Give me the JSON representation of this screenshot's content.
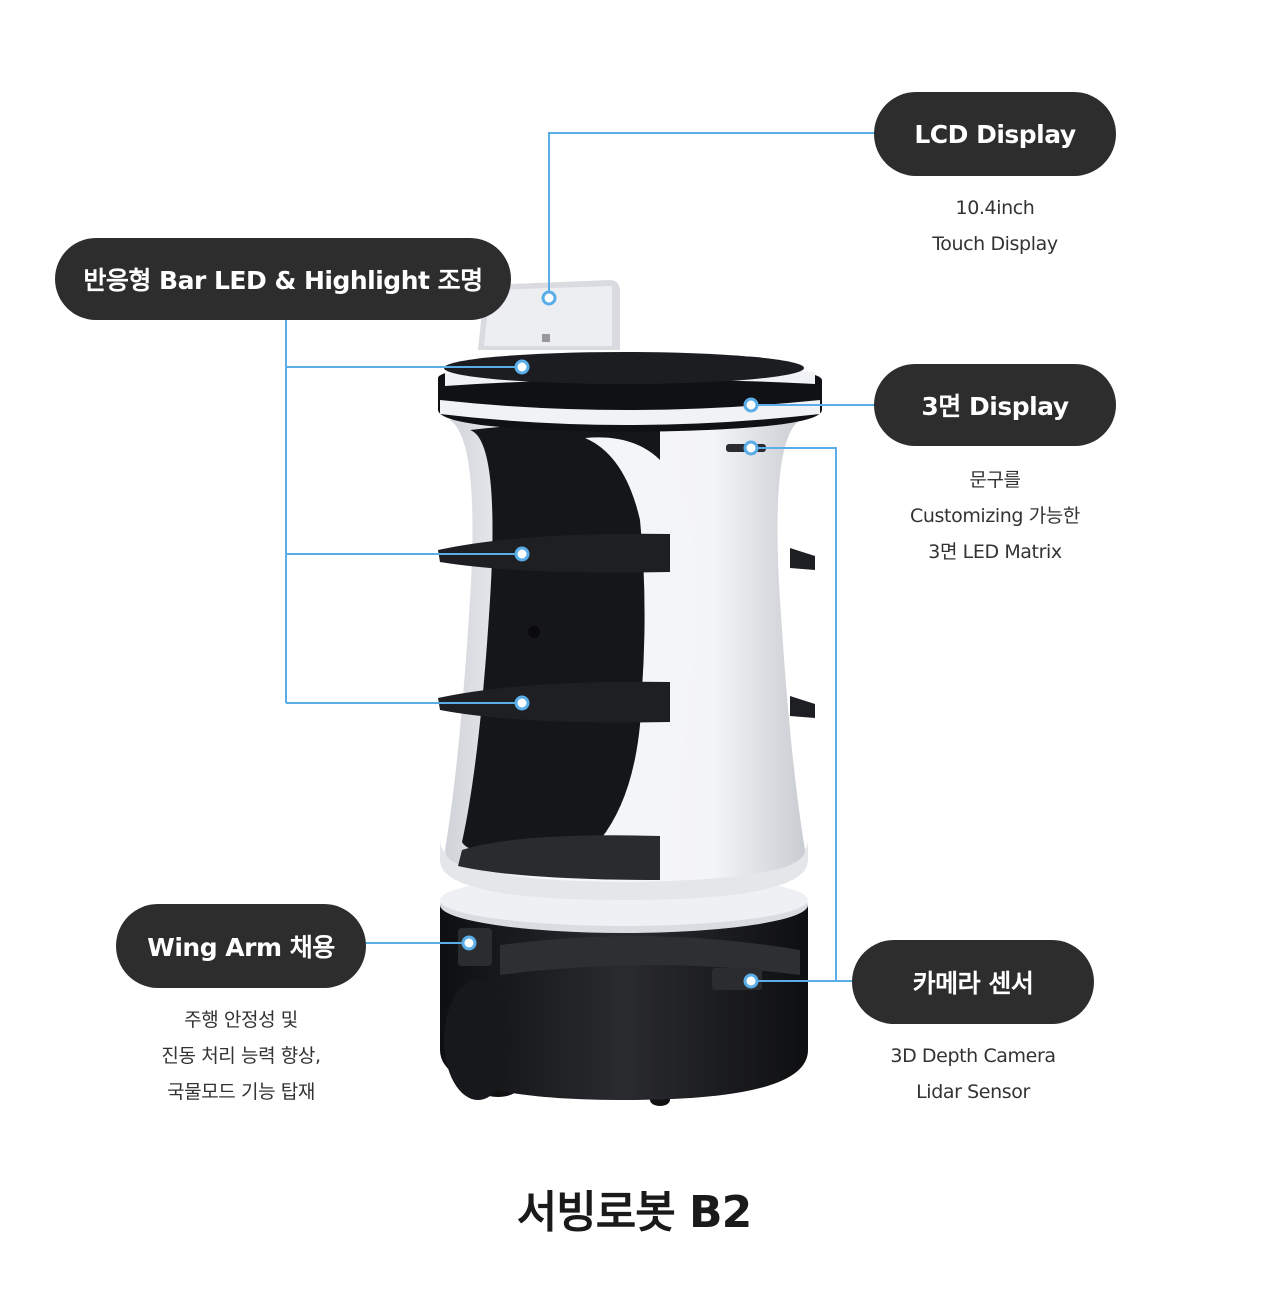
{
  "callouts": {
    "lcd": {
      "label": "LCD Display",
      "desc": [
        "10.4inch",
        "Touch Display"
      ]
    },
    "led": {
      "label": "반응형 Bar LED & Highlight 조명"
    },
    "display3": {
      "label": "3면 Display",
      "desc": [
        "문구를",
        "Customizing 가능한",
        "3면 LED Matrix"
      ]
    },
    "wing": {
      "label": "Wing Arm 채용",
      "desc": [
        "주행 안정성 및",
        "진동 처리 능력 향상,",
        "국물모드 기능 탑재"
      ]
    },
    "camera": {
      "label": "카메라 센서",
      "desc": [
        "3D Depth Camera",
        "Lidar Sensor"
      ]
    }
  },
  "product_title": "서빙로봇 B2",
  "colors": {
    "leader_line": "#5aaee8",
    "pill_bg": "#2d2d2d",
    "robot_white": "#eceef2",
    "robot_black": "#1b1c1f"
  }
}
